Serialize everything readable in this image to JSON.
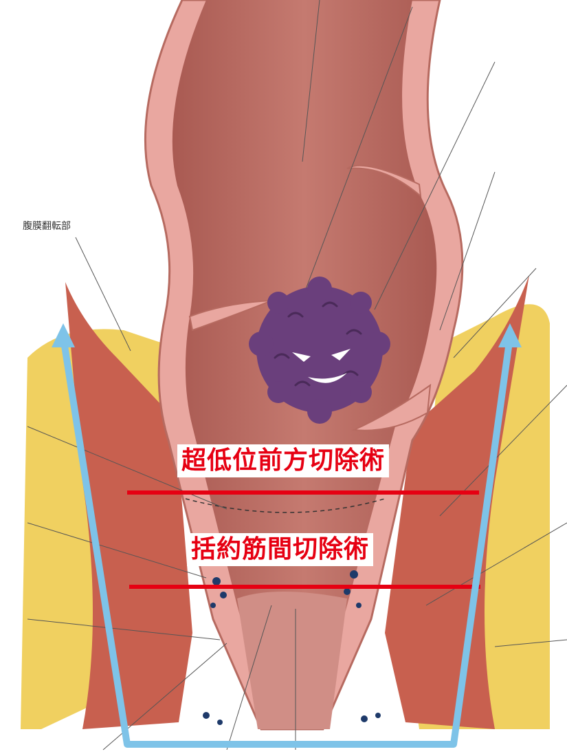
{
  "annotations": {
    "peritoneal_reflection": "腹膜翻転部"
  },
  "procedures": {
    "ultra_low_anterior_resection": "超低位前方切除術",
    "intersphincteric_resection": "括約筋間切除術"
  },
  "colors": {
    "background": "#ffffff",
    "fat": "#f0d060",
    "muscle": "#c8604f",
    "wall": "#e9a7a0",
    "lumen": "#b86b62",
    "tumor": "#6a3f7c",
    "cut_line": "#e60012",
    "resection_outline": "#7ec3e8",
    "label_text": "#e60012"
  },
  "icons": [
    "tumor-character-icon",
    "arrow-up-icon"
  ]
}
